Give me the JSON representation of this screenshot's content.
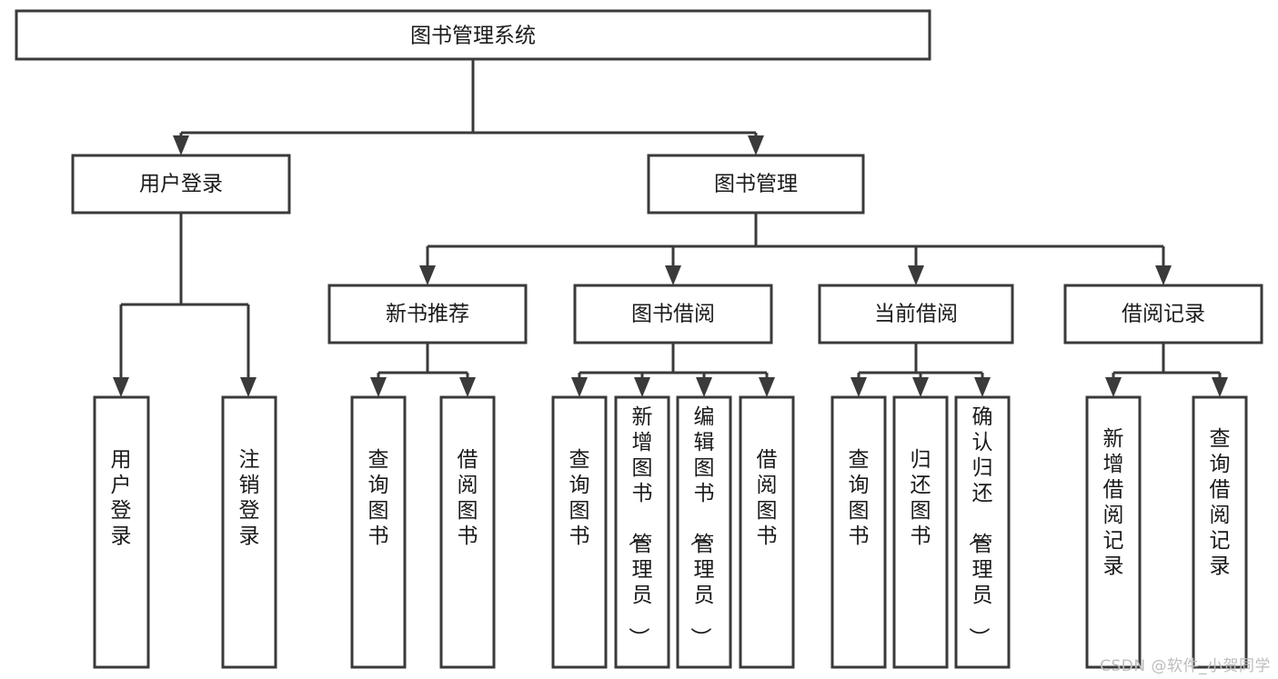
{
  "diagram": {
    "title": "图书管理系统",
    "type": "tree-hierarchy-chart",
    "watermark": "CSDN @软件_小贺同学",
    "colors": {
      "background": "#ffffff",
      "node_fill": "#ffffff",
      "node_stroke": "#3a3a3a",
      "connector": "#3a3a3a",
      "text": "#1a1a1a",
      "watermark": "#bdbdbd"
    },
    "root": {
      "id": "root",
      "label": "图书管理系统"
    },
    "level1": [
      {
        "id": "user-login",
        "label": "用户登录"
      },
      {
        "id": "book-management",
        "label": "图书管理"
      }
    ],
    "level2": [
      {
        "id": "new-book-recommend",
        "label": "新书推荐",
        "parent": "book-management"
      },
      {
        "id": "book-borrow",
        "label": "图书借阅",
        "parent": "book-management"
      },
      {
        "id": "current-borrow",
        "label": "当前借阅",
        "parent": "book-management"
      },
      {
        "id": "borrow-record",
        "label": "借阅记录",
        "parent": "book-management"
      }
    ],
    "leaves": [
      {
        "id": "leaf-user-login",
        "label": "用户登录",
        "parent": "user-login"
      },
      {
        "id": "leaf-logout-login",
        "label": "注销登录",
        "parent": "user-login"
      },
      {
        "id": "leaf-query-book-1",
        "label": "查询图书",
        "parent": "new-book-recommend"
      },
      {
        "id": "leaf-borrow-book-1",
        "label": "借阅图书",
        "parent": "new-book-recommend"
      },
      {
        "id": "leaf-query-book-2",
        "label": "查询图书",
        "parent": "book-borrow"
      },
      {
        "id": "leaf-add-book-admin",
        "label": "新增图书（管理员）",
        "parent": "book-borrow"
      },
      {
        "id": "leaf-edit-book-admin",
        "label": "编辑图书（管理员）",
        "parent": "book-borrow"
      },
      {
        "id": "leaf-borrow-book-2",
        "label": "借阅图书",
        "parent": "book-borrow"
      },
      {
        "id": "leaf-query-book-3",
        "label": "查询图书",
        "parent": "current-borrow"
      },
      {
        "id": "leaf-return-book",
        "label": "归还图书",
        "parent": "current-borrow"
      },
      {
        "id": "leaf-confirm-return-admin",
        "label": "确认归还（管理员）",
        "parent": "current-borrow"
      },
      {
        "id": "leaf-add-borrow-record",
        "label": "新增借阅记录",
        "parent": "borrow-record"
      },
      {
        "id": "leaf-query-borrow-record",
        "label": "查询借阅记录",
        "parent": "borrow-record"
      }
    ]
  }
}
